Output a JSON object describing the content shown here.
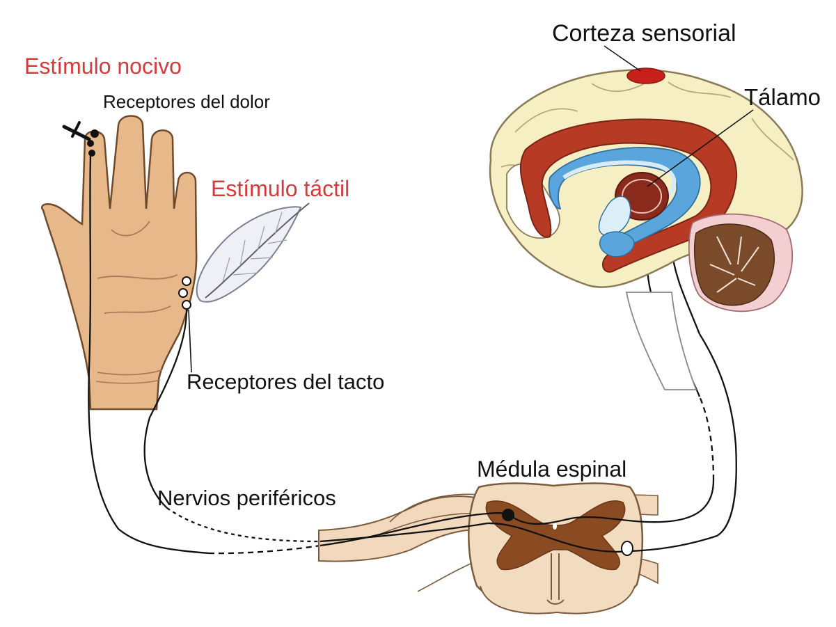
{
  "labels": {
    "noxious_stimulus": "Estímulo nocivo",
    "pain_receptors": "Receptores del dolor",
    "tactile_stimulus": "Estímulo táctil",
    "touch_receptors": "Receptores del tacto",
    "peripheral_nerves": "Nervios periféricos",
    "spinal_cord": "Médula espinal",
    "sensory_cortex": "Corteza sensorial",
    "thalamus": "Tálamo"
  },
  "colors": {
    "stimulus_label": "#d73a3a",
    "skin": "#e7b98a",
    "brain_cortex": "#f6efc3",
    "brain_limbic": "#b73a25",
    "ventricle": "#5aa5dc",
    "gray_matter": "#8a4a22",
    "cord_white_matter": "#f2dcc0"
  }
}
